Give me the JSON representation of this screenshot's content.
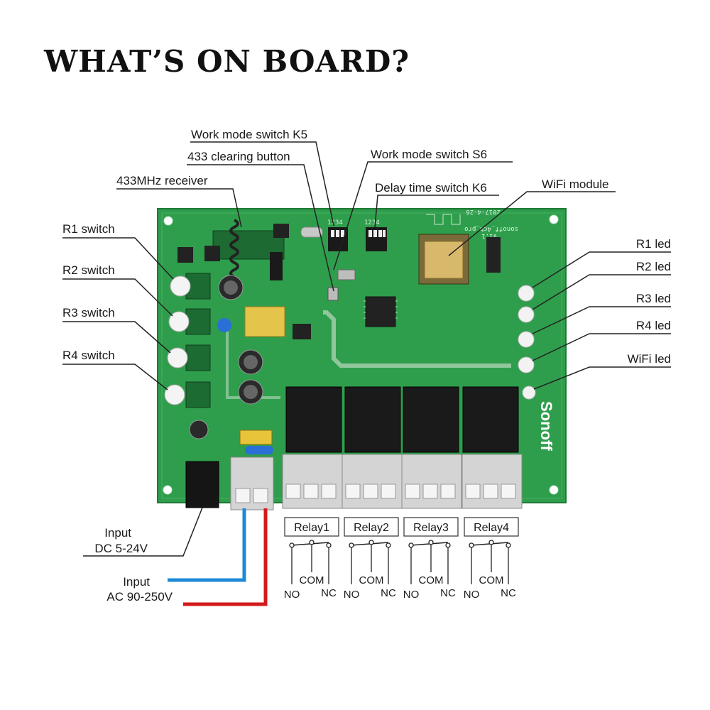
{
  "title": "WHAT’S ON BOARD?",
  "callouts": {
    "work_mode_k5": "Work mode switch K5",
    "clearing_433": "433 clearing button",
    "work_mode_s6": "Work mode switch S6",
    "receiver_433": "433MHz receiver",
    "delay_k6": "Delay time switch K6",
    "wifi_module": "WiFi module",
    "r1_switch": "R1 switch",
    "r2_switch": "R2 switch",
    "r3_switch": "R3 switch",
    "r4_switch": "R4 switch",
    "r1_led": "R1 led",
    "r2_led": "R2 led",
    "r3_led": "R3 led",
    "r4_led": "R4 led",
    "wifi_led": "WiFi led"
  },
  "inputs": {
    "dc_line1": "Input",
    "dc_line2": "DC 5-24V",
    "ac_line1": "Input",
    "ac_line2": "AC 90-250V",
    "ac_colors": {
      "neutral": "#1e8ad6",
      "live": "#d31a1a"
    }
  },
  "relays": [
    {
      "label": "Relay1",
      "no": "NO",
      "com": "COM",
      "nc": "NC"
    },
    {
      "label": "Relay2",
      "no": "NO",
      "com": "COM",
      "nc": "NC"
    },
    {
      "label": "Relay3",
      "no": "NO",
      "com": "COM",
      "nc": "NC"
    },
    {
      "label": "Relay4",
      "no": "NO",
      "com": "COM",
      "nc": "NC"
    }
  ],
  "board": {
    "brand": "Sonoff",
    "silk_version": "V1.1",
    "silk_model": "sonoff_4ch_pro",
    "silk_date": "2017-4-26",
    "k5_label": "1234",
    "k6_label": "1234",
    "pcb_color": "#2f9e4c"
  }
}
